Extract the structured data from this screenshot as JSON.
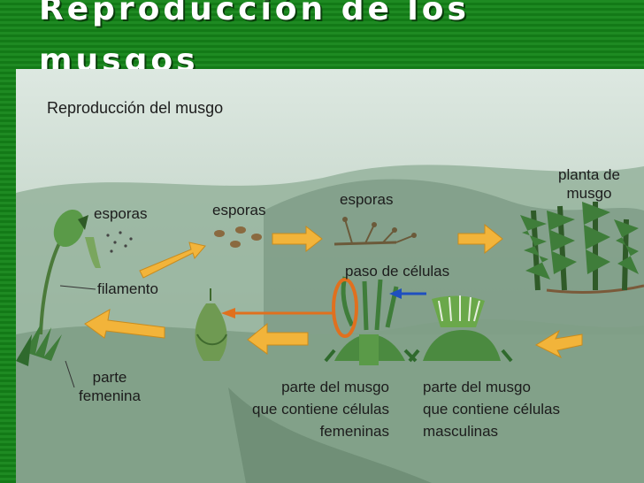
{
  "slide": {
    "title": "Reproducción de los musgos"
  },
  "diagram": {
    "title": "Reproducción del musgo",
    "labels": {
      "esporas_1": "esporas",
      "esporas_2": "esporas",
      "esporas_3": "esporas",
      "planta_de_musgo": "planta de musgo",
      "paso_de_celulas": "paso de células",
      "filamento": "filamento",
      "parte_femenina": "parte femenina",
      "parte_femenina_musgo_1": "parte del musgo",
      "parte_femenina_musgo_2": "que contiene células",
      "parte_femenina_musgo_3": "femeninas",
      "parte_masculina_musgo_1": "parte del musgo",
      "parte_masculina_musgo_2": "que contiene células",
      "parte_masculina_musgo_3": "masculinas"
    },
    "colors": {
      "cycle_arrow": "#f2b43a",
      "transfer_arrow": "#e0701e",
      "blue_arrow": "#1f4fbf",
      "plant_green": "#3f7d3a",
      "banner_green": "#1e8a22"
    }
  }
}
